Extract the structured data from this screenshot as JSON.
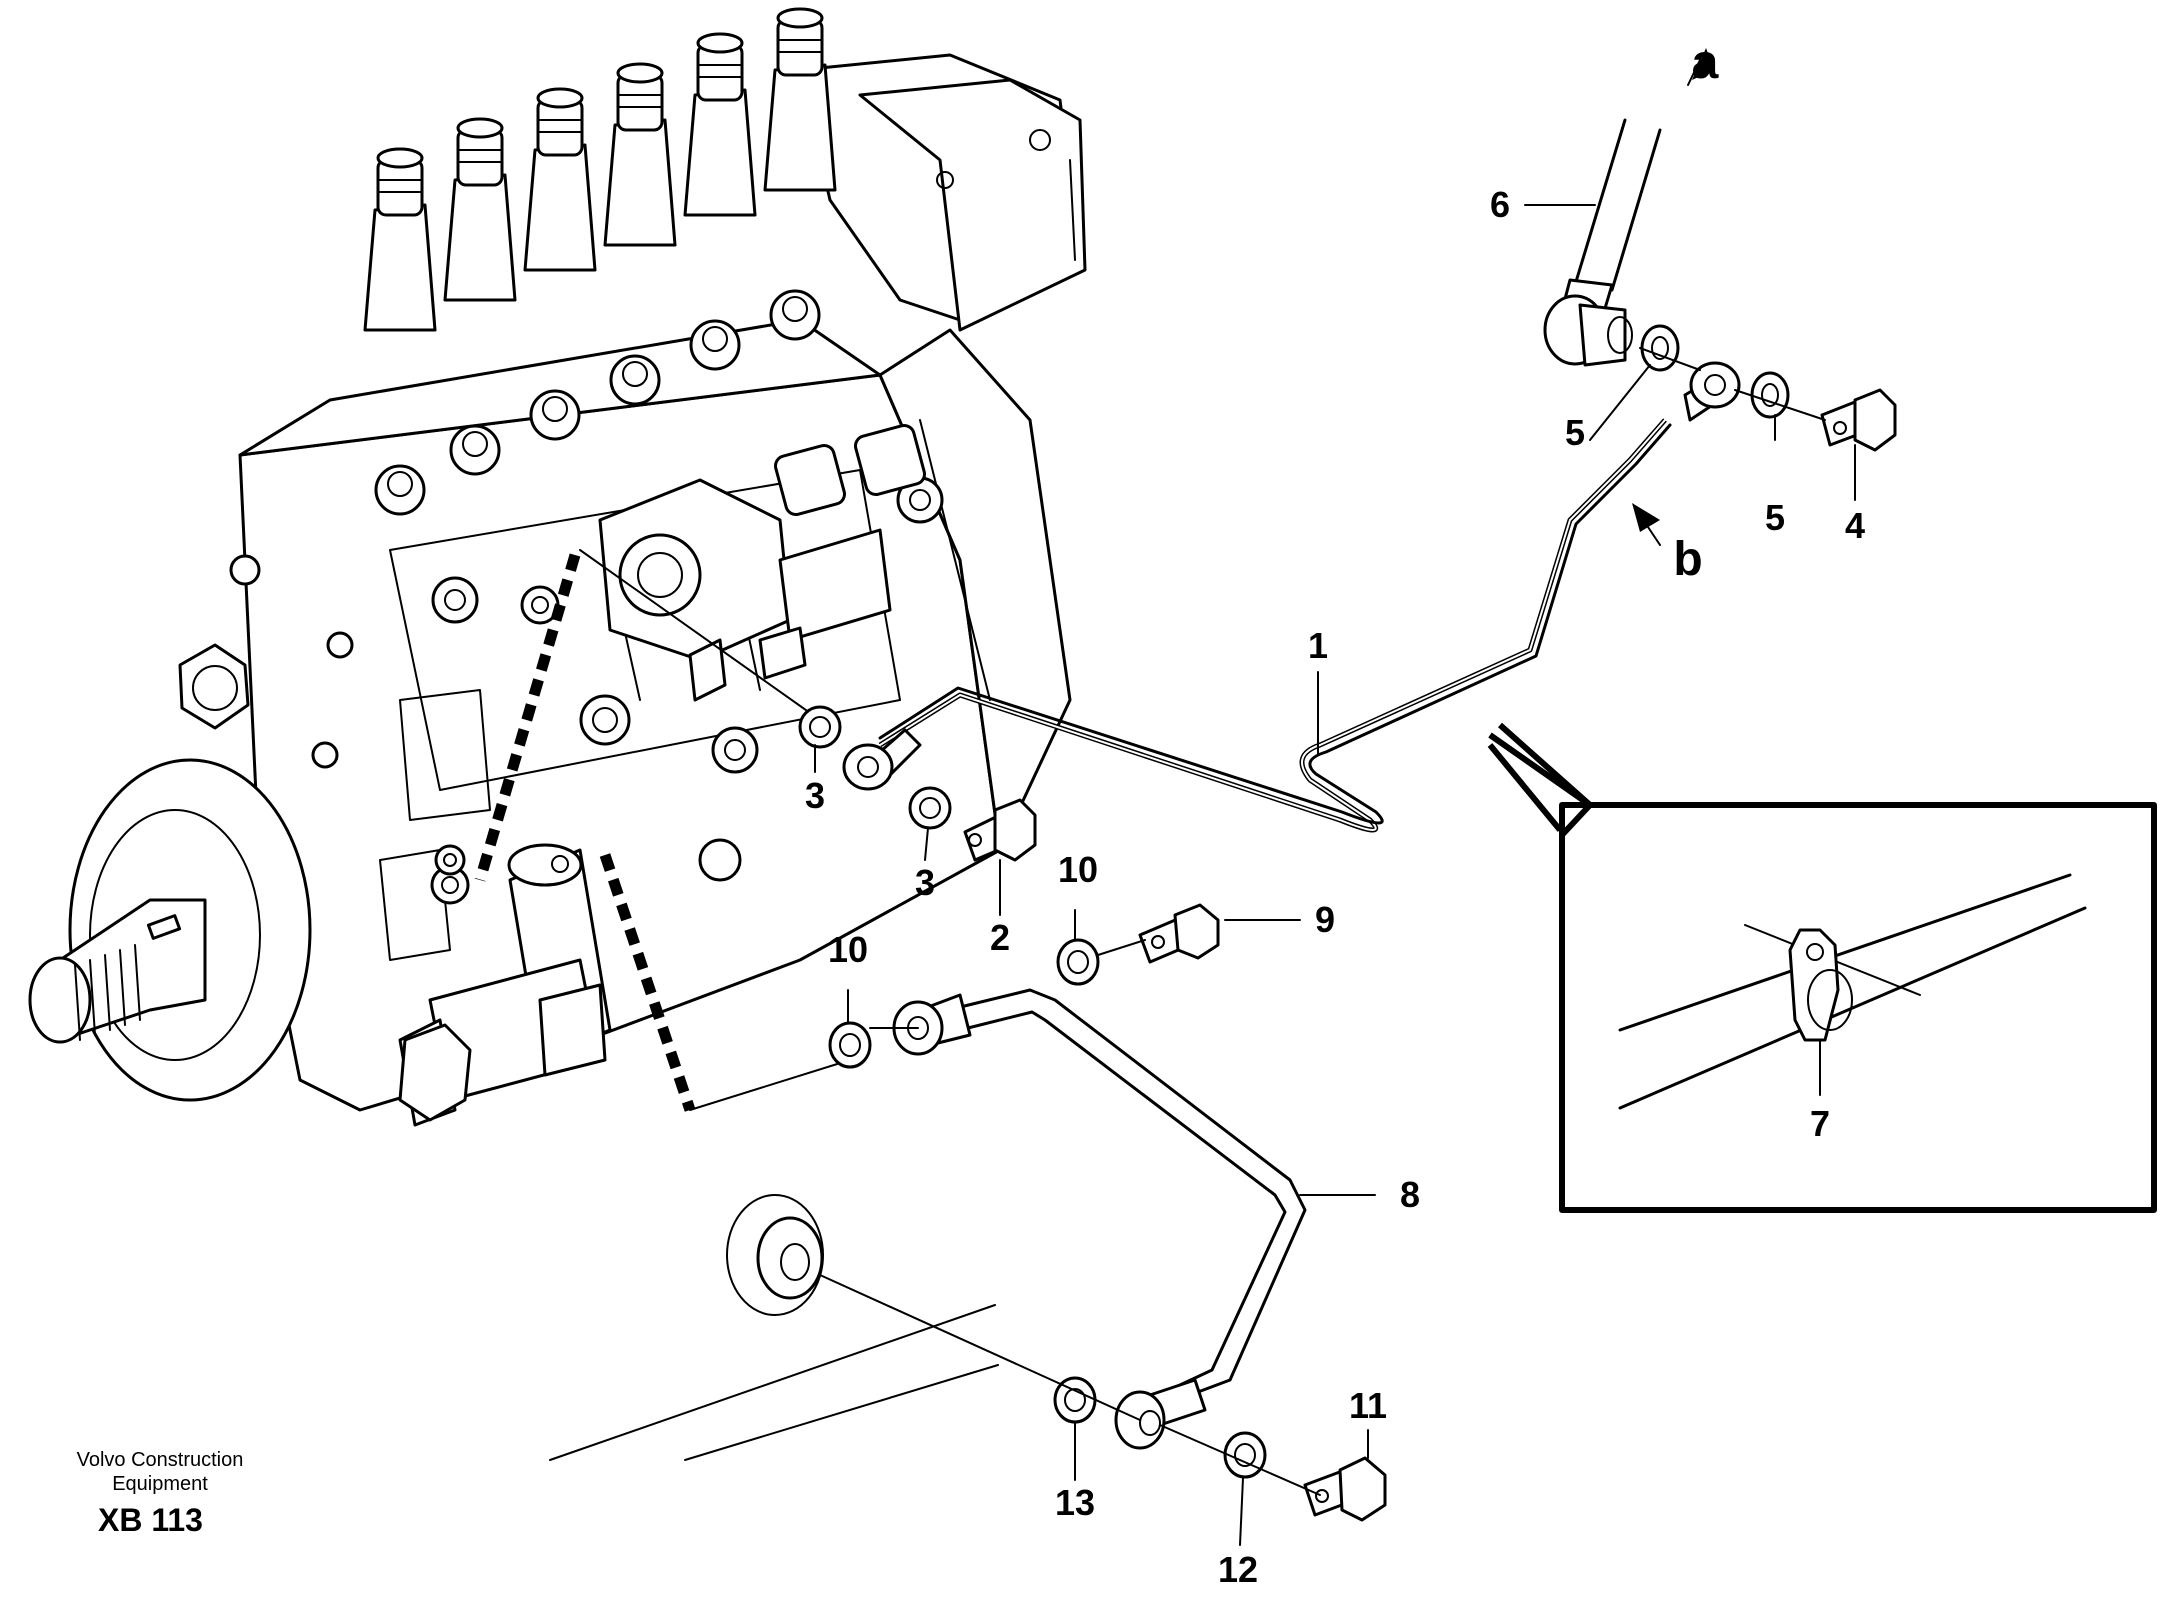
{
  "callouts": [
    "1",
    "2",
    "3",
    "3",
    "4",
    "5",
    "5",
    "6",
    "7",
    "8",
    "9",
    "10",
    "10",
    "11",
    "12",
    "13"
  ],
  "direction_labels": {
    "a": "a",
    "b": "b"
  },
  "footer": {
    "company_line1": "Volvo Construction",
    "company_line2": "Equipment",
    "reference": "XB 113"
  }
}
